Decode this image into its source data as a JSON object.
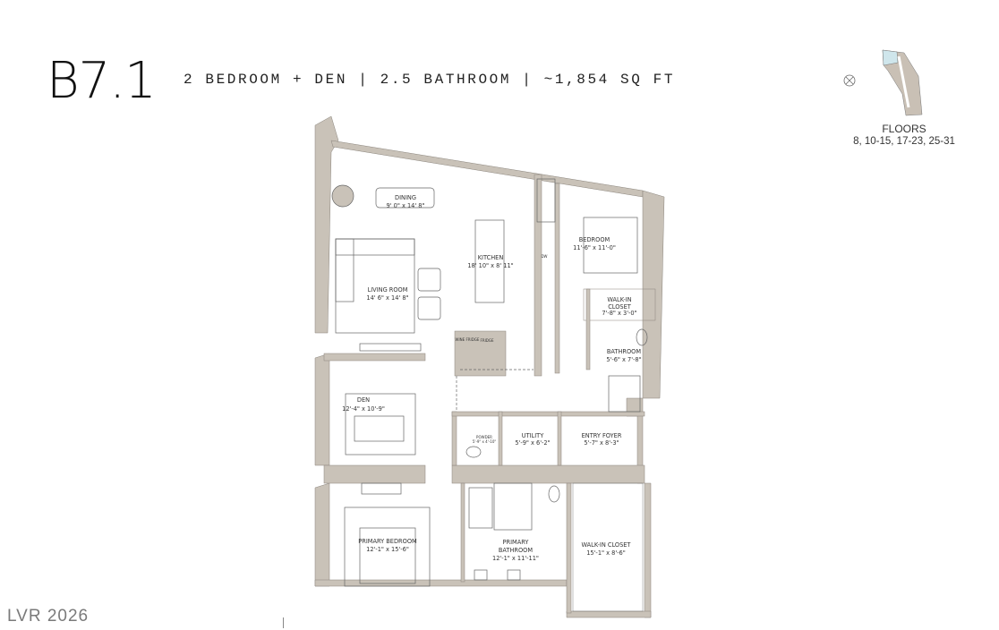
{
  "header": {
    "unit": "B7.1",
    "summary": "2 BEDROOM + DEN | 2.5 BATHROOM | ~1,854 SQ FT"
  },
  "keyplan": {
    "floors_label": "FLOORS",
    "floors": "8, 10-15, 17-23, 25-31",
    "highlight_color": "#cfe6ec",
    "unit_color": "#c9c0b5",
    "compass_icon": "compass-north-icon"
  },
  "rooms": {
    "dining": {
      "name": "DINING",
      "dims": "9' 0\" x 14' 8\""
    },
    "kitchen": {
      "name": "KITCHEN",
      "dims": "18' 10\" x 8' 11\""
    },
    "living": {
      "name": "LIVING ROOM",
      "dims": "14' 6\" x 14' 8\""
    },
    "bedroom": {
      "name": "BEDROOM",
      "dims": "11'-6\" x 11'-0\""
    },
    "walkin_small": {
      "name1": "WALK-IN",
      "name2": "CLOSET",
      "dims": "7'-8\" x 3'-0\""
    },
    "bathroom": {
      "name": "BATHROOM",
      "dims": "5'-6\" x 7'-8\""
    },
    "den": {
      "name": "DEN",
      "dims": "12'-4\" x 10'-9\""
    },
    "powder": {
      "name": "POWDER",
      "dims": "5'-9\" x 4'-10\""
    },
    "utility": {
      "name": "UTILITY",
      "dims": "5'-9\" x 6'-2\""
    },
    "foyer": {
      "name": "ENTRY FOYER",
      "dims": "5'-7\" x 8'-3\""
    },
    "primary_bedroom": {
      "name": "PRIMARY BEDROOM",
      "dims": "12'-1\" x 15'-6\""
    },
    "primary_bath": {
      "name1": "PRIMARY",
      "name2": "BATHROOM",
      "dims": "12'-1\" x 11'-11\""
    },
    "walkin_large": {
      "name": "WALK-IN CLOSET",
      "dims": "15'-1\" x 8'-6\""
    }
  },
  "appliances": {
    "dw": "DW",
    "wine": "WINE FRIDGE",
    "fridge": "FRIDGE"
  },
  "colors": {
    "wall": "#c9c2b8",
    "line": "#555555"
  },
  "watermark": "LVR 2026"
}
